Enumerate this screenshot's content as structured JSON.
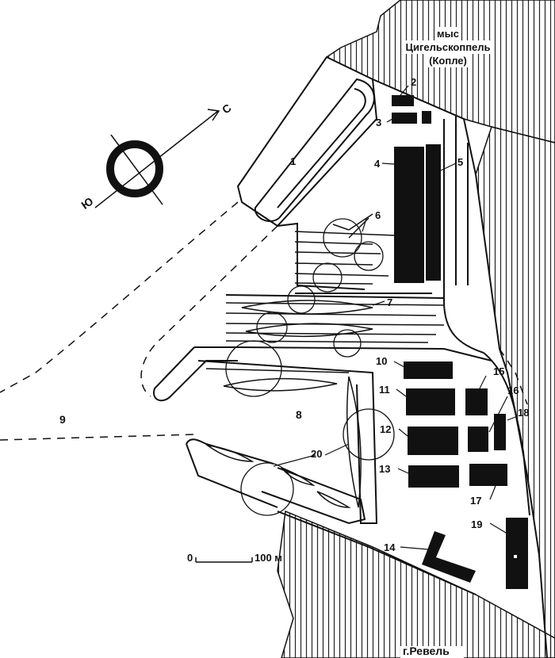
{
  "map": {
    "place_labels": {
      "cape_line1": "мыс",
      "cape_line2": "Цигельскоппель",
      "cape_line3": "(Копле)",
      "city": "г.Ревель"
    },
    "compass": {
      "north_letter": "С",
      "south_letter": "Ю"
    },
    "scale_bar": {
      "start": "0",
      "end": "100 м"
    },
    "numbers": {
      "n1": "1",
      "n2": "2",
      "n3": "3",
      "n4": "4",
      "n5": "5",
      "n6": "6",
      "n7": "7",
      "n8": "8",
      "n9": "9",
      "n10": "10",
      "n11": "11",
      "n12": "12",
      "n13": "13",
      "n14": "14",
      "n15": "15",
      "n16": "16",
      "n17": "17",
      "n18": "18",
      "n19": "19",
      "n20": "20"
    },
    "colors": {
      "ink": "#111111",
      "paper": "#ffffff"
    }
  }
}
